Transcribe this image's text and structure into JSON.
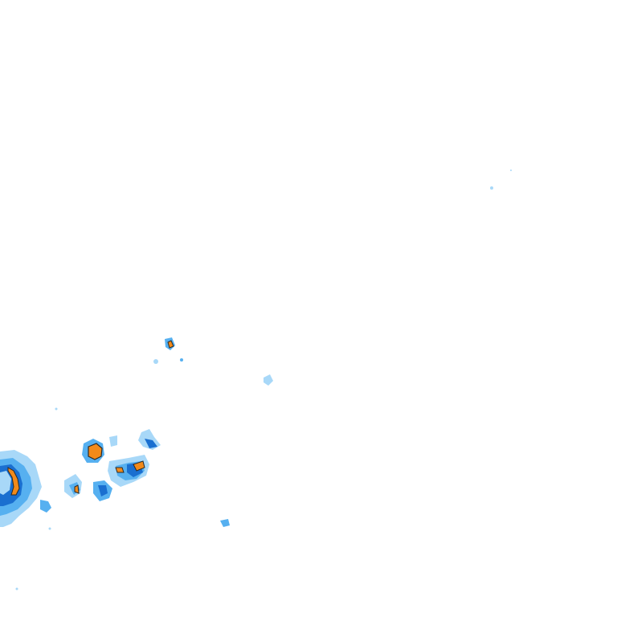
{
  "map": {
    "layer": "precipitation-radar-overlay",
    "background_color": "#ffffff",
    "intensity_colors": {
      "light": "#a8d8f8",
      "moderate": "#56b0f0",
      "heavy": "#1a6fd0",
      "very_heavy": "#f28a1a",
      "outline": "#2a2a2a"
    },
    "echo_cells": [
      "large-cell-southwest-edge",
      "cell-orange-core-north",
      "cell-cluster-center",
      "cell-small-isolated-north",
      "cell-tiny-east"
    ]
  }
}
